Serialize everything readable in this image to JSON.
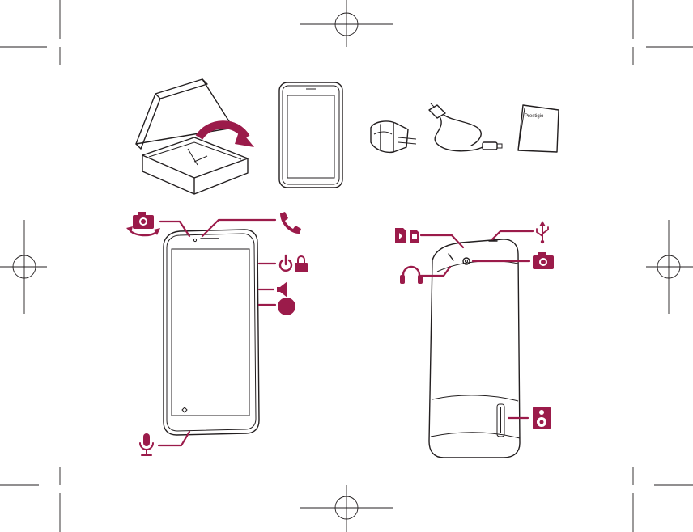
{
  "colors": {
    "accent": "#9b1b4a",
    "ink": "#231f20",
    "background": "#ffffff"
  },
  "manual_brand": "Prestigio",
  "package_contents": [
    {
      "name": "gift-box"
    },
    {
      "name": "tablet"
    },
    {
      "name": "charger-adapter"
    },
    {
      "name": "usb-cable"
    },
    {
      "name": "manual-booklet"
    }
  ],
  "front_callouts": [
    {
      "icon": "rotate-camera-icon"
    },
    {
      "icon": "phone-icon"
    },
    {
      "icon": "power-icon"
    },
    {
      "icon": "lock-icon"
    },
    {
      "icon": "volume-icon"
    },
    {
      "icon": "reset-dot-icon"
    },
    {
      "icon": "microphone-icon"
    }
  ],
  "back_callouts": [
    {
      "icon": "sim-card-icon"
    },
    {
      "icon": "headphones-icon"
    },
    {
      "icon": "usb-icon"
    },
    {
      "icon": "camera-icon"
    },
    {
      "icon": "speaker-icon"
    }
  ]
}
